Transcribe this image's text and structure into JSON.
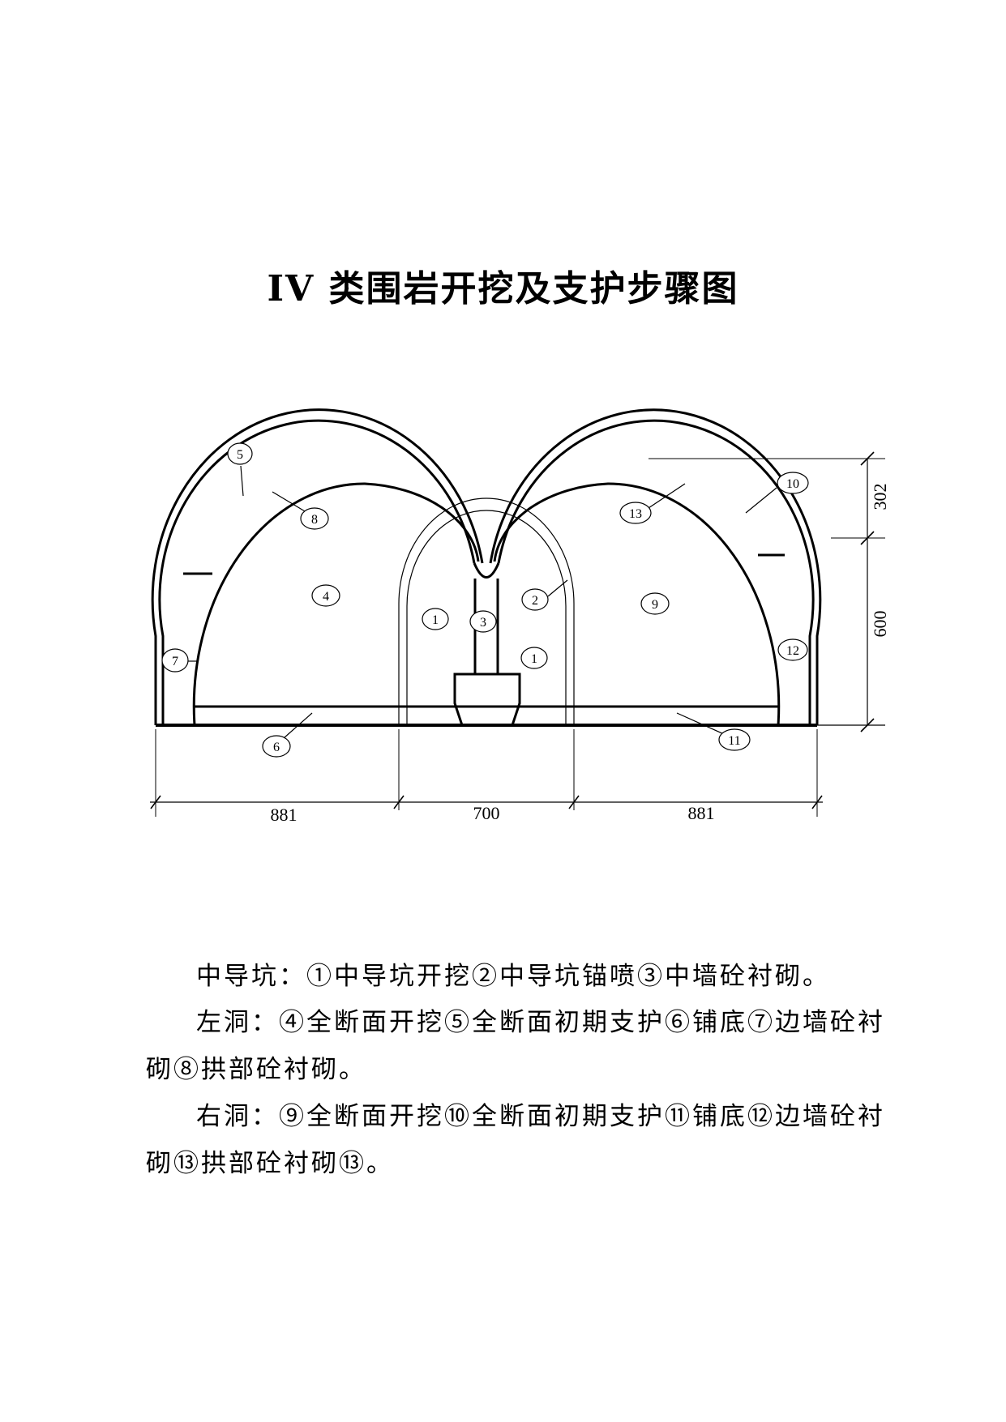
{
  "title": "IV 类围岩开挖及支护步骤图",
  "labels": {
    "c1": "1",
    "c1b": "1",
    "c2": "2",
    "c3": "3",
    "c4": "4",
    "c5": "5",
    "c6": "6",
    "c7": "7",
    "c8": "8",
    "c9": "9",
    "c10": "10",
    "c11": "11",
    "c12": "12",
    "c13": "13"
  },
  "dimensions": {
    "left_width": "881",
    "middle_width": "700",
    "right_width": "881",
    "arch_height": "302",
    "wall_height": "600"
  },
  "legend": {
    "para1": "中导坑：①中导坑开挖②中导坑锚喷③中墙砼衬砌。",
    "para2": "左洞：④全断面开挖⑤全断面初期支护⑥铺底⑦边墙砼衬砌⑧拱部砼衬砌。",
    "para3": "右洞：⑨全断面开挖⑩全断面初期支护⑪铺底⑫边墙砼衬砌⑬拱部砼衬砌⑬。"
  }
}
